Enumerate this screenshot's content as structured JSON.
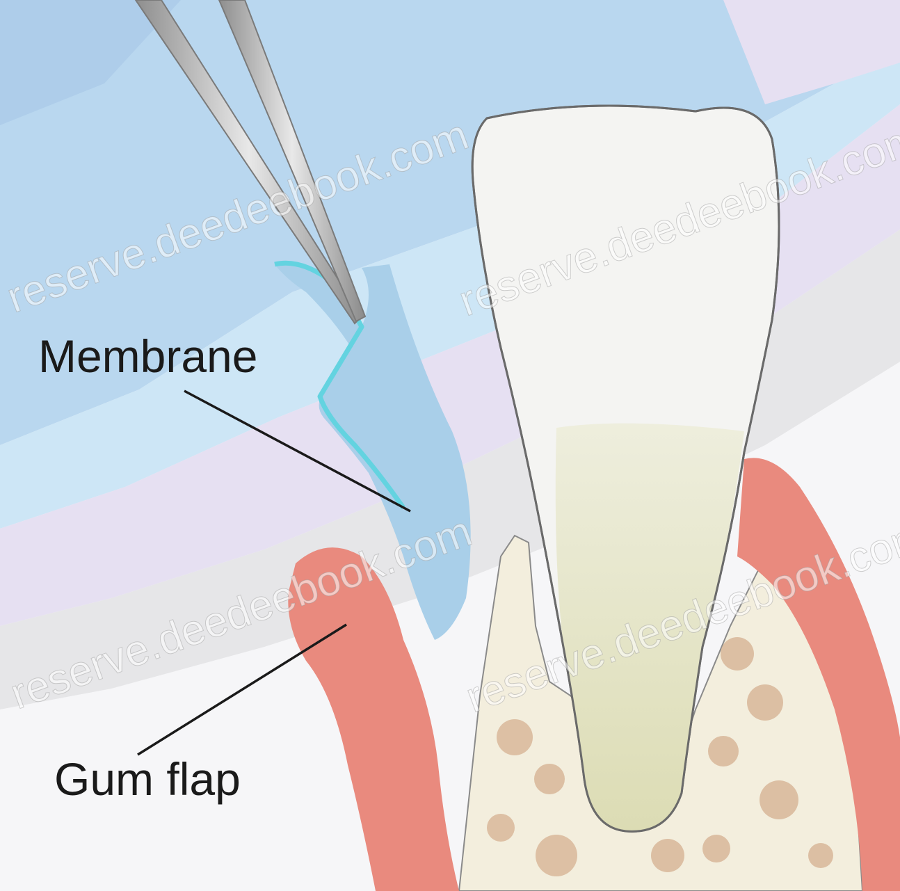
{
  "labels": {
    "membrane": "Membrane",
    "gum_flap": "Gum flap"
  },
  "watermark": "reserve.deedeebook.com",
  "colors": {
    "sky_blue": "#b9d7ef",
    "light_blue": "#cde6f6",
    "lavender": "#e6e0f2",
    "grey_band": "#e6e6e8",
    "soft_white": "#f6f6f8",
    "membrane_fill": "#a9cfe9",
    "membrane_edge": "#63d3e0",
    "gum": "#e98a7e",
    "gum_dark": "#d9766b",
    "tooth_crown": "#f4f4f2",
    "tooth_root": "#e4e3c1",
    "tooth_outline": "#6a6a6a",
    "bone_fill": "#f3eedd",
    "bone_spot": "#d8b79a",
    "instrument": "#a9a9a9",
    "instrument_light": "#dcdcdc",
    "leader_line": "#1a1a1a",
    "label_text": "#1a1a1a"
  }
}
